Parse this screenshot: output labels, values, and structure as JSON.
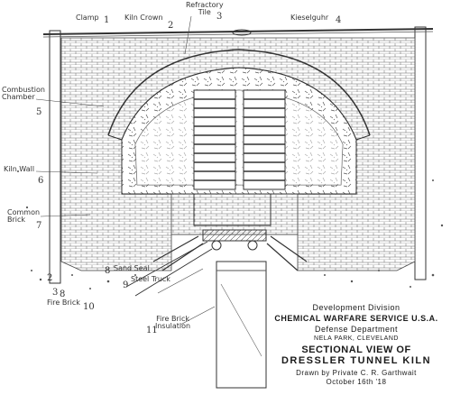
{
  "labels": {
    "clamp": "Clamp",
    "kiln_crown": "Kiln Crown",
    "refractory_tile": "Refractory\nTile",
    "kieselguhr": "Kieselguhr",
    "combustion_chamber": "Combustion\nChamber",
    "kiln_wall": "Kiln Wall",
    "common_brick": "Common\nBrick",
    "sand_seal": "Sand Seal",
    "steel_truck": "Steel Truck",
    "fire_brick": "Fire Brick",
    "fire_brick_insulation": "Fire Brick\nInsulation"
  },
  "numbers": {
    "n1": "1",
    "n2": "2",
    "n3": "3",
    "n4": "4",
    "n5": "5",
    "n6": "6",
    "n7": "7",
    "n8": "8",
    "n9": "9",
    "n10": "10",
    "n11": "11"
  },
  "title_block": {
    "line1": "Development Division",
    "line2": "CHEMICAL WARFARE SERVICE U.S.A.",
    "line3": "Defense Department",
    "line4": "NELA PARK, CLEVELAND",
    "line5": "SECTIONAL VIEW OF",
    "line6": "DRESSLER TUNNEL KILN",
    "line7": "Drawn by Private C. R. Garthwait",
    "line8": "October 16th '18"
  }
}
